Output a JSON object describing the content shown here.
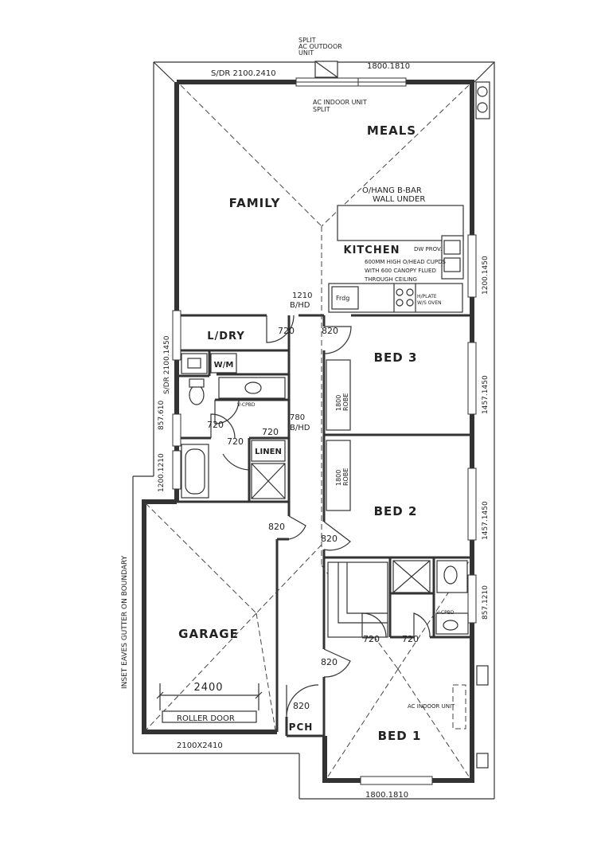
{
  "rooms": {
    "meals": "MEALS",
    "family": "FAMILY",
    "kitchen": "KITCHEN",
    "ldry": "L/DRY",
    "bed3": "BED 3",
    "bed2": "BED 2",
    "bed1": "BED 1",
    "garage": "GARAGE",
    "pch": "PCH",
    "linen": "LINEN",
    "wm": "W/M"
  },
  "notes": {
    "split_outdoor_1": "SPLIT",
    "split_outdoor_2": "AC OUTDOOR",
    "split_outdoor_3": "UNIT",
    "ac_indoor_top_1": "AC INDOOR UNIT",
    "ac_indoor_top_2": "SPLIT",
    "ohang": "O/HANG B-BAR",
    "wall_under": "WALL UNDER",
    "dw_prov": "DW PROV.",
    "kitchen_note_1": "600MM HIGH O/HEAD CUPDS",
    "kitchen_note_2": "WITH 600 CANOPY FLUED",
    "kitchen_note_3": "THROUGH CEILING",
    "fridge": "Frdg",
    "hplate": "H/PLATE",
    "ws_oven": "W/S OVEN",
    "bhd_1210": "1210",
    "bhd_label": "B/HD",
    "vcpbd_1": "V-CPBD",
    "vcpbd_2": "V-CPBD",
    "bhd_780": "780",
    "bhd_780_label": "B/HD",
    "robe_1": "1800",
    "robe_1_label": "ROBE",
    "robe_2": "1800",
    "robe_2_label": "ROBE",
    "ac_indoor_bed1": "AC INDOOR UNIT",
    "roller_door": "ROLLER DOOR",
    "boundary": "INSET EAVES GUTTER ON BOUNDARY"
  },
  "dimensions": {
    "sdr_top": "S/DR 2100.2410",
    "win_top": "1800.1810",
    "win_kitchen": "1200.1450",
    "win_bed3": "1457.1450",
    "win_bed2": "1457.1450",
    "win_ens": "857.1210",
    "win_bottom": "1800.1810",
    "sdr_left": "S/DR 2100.1450",
    "win_bath": "857.610",
    "win_wc": "1200.1210",
    "garage_door": "2100X2410",
    "garage_width": "2400"
  },
  "doors": {
    "d_ldry": "720",
    "d_bed3": "820",
    "d_wc": "720",
    "d_bath": "720",
    "d_hall": "720",
    "d_garage": "820",
    "d_bed2": "820",
    "d_ens": "720",
    "d_wir": "720",
    "d_bed1": "820",
    "d_entry": "820"
  }
}
